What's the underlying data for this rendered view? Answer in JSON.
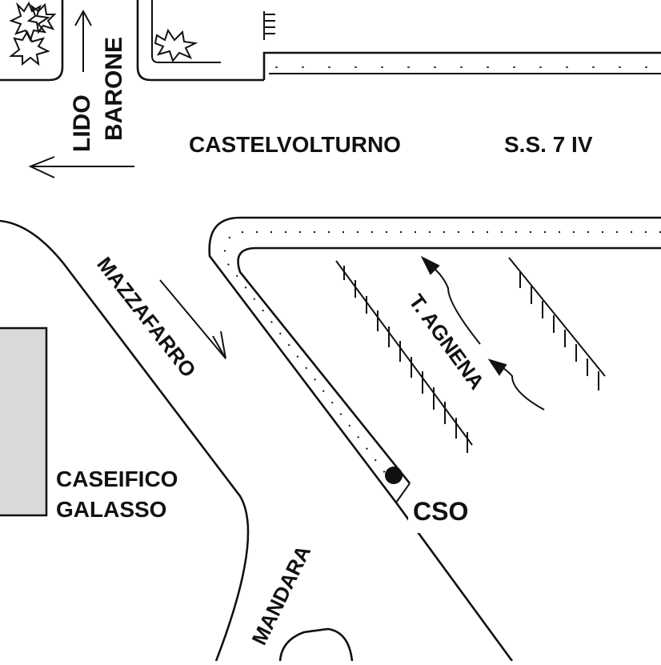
{
  "map": {
    "labels": {
      "lido_barone_line1": "LIDO",
      "lido_barone_line2": "BARONE",
      "castelvolturno": "CASTELVOLTURNO",
      "ss7": "S.S. 7 IV",
      "mazzafarro": "MAZZAFARRO",
      "agnena": "T. AGNENA",
      "caseificio_line1": "CASEIFICO",
      "caseificio_line2": "GALASSO",
      "mandara": "MANDARA",
      "cso": "CSO"
    },
    "colors": {
      "ink": "#111111",
      "building_fill": "#d9d9d9",
      "background": "#ffffff"
    },
    "icons": [
      "tree-icon",
      "arrow-up-icon",
      "arrow-left-icon",
      "arrow-down-right-icon",
      "flow-arrow-icon",
      "location-marker-icon"
    ]
  }
}
